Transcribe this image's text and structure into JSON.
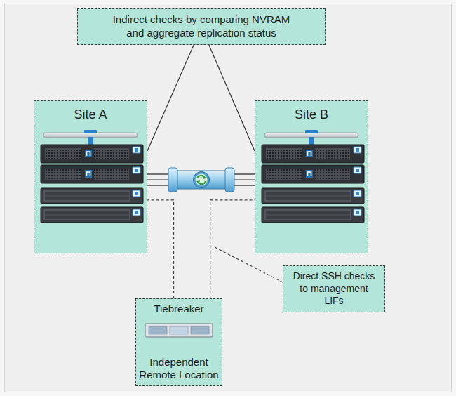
{
  "diagram": {
    "nodes": [
      {
        "text": [
          "Indirect checks by comparing NVRAM and aggregate replication status"
        ]
      },
      {
        "text": [
          "Site A"
        ]
      },
      {
        "text": [
          "Site B"
        ]
      },
      {
        "text": [
          "Direct SSH checks to management LIFs"
        ]
      },
      {
        "text": [
          "Tiebreaker",
          "Independent Remote Location"
        ]
      }
    ],
    "edges": [
      {
        "from": 0,
        "to": 1,
        "arrow": "none"
      },
      {
        "from": 0,
        "to": 2,
        "arrow": "none"
      },
      {
        "from": 1,
        "to": 2,
        "arrow": "none"
      },
      {
        "from": 4,
        "to": 1,
        "arrow": "none"
      },
      {
        "from": 4,
        "to": 2,
        "arrow": "none"
      }
    ]
  }
}
